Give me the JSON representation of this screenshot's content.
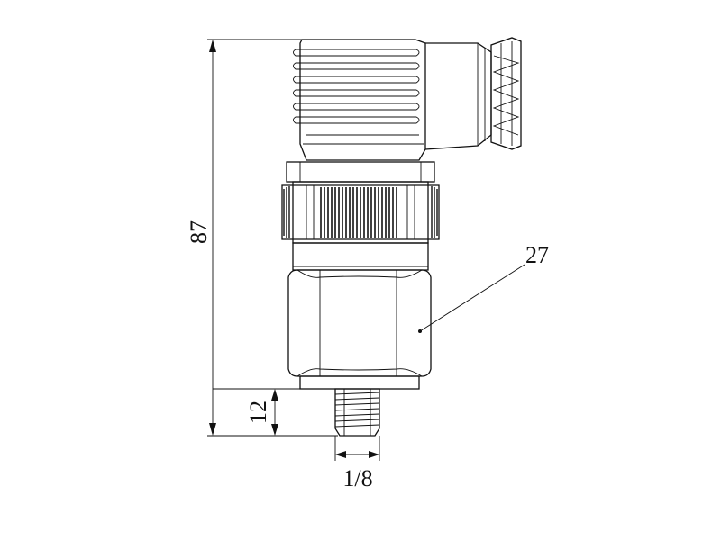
{
  "drawing": {
    "dimensions": {
      "overall_height": "87",
      "thread_length": "12",
      "thread_size": "1/8",
      "hex_size": "27"
    },
    "line_color": "#111111",
    "background": "#ffffff"
  }
}
